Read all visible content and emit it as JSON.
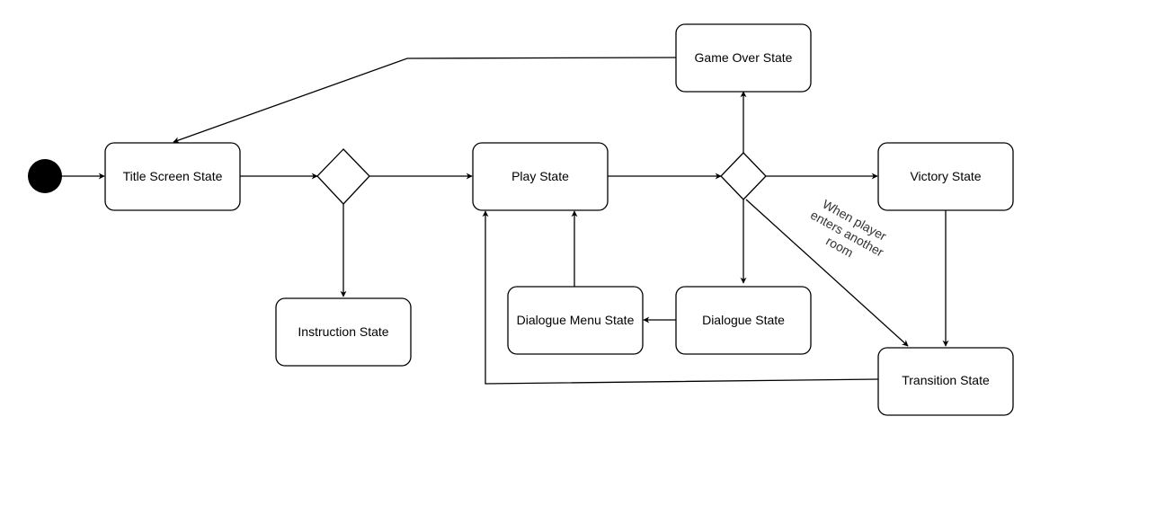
{
  "states": {
    "title_screen": "Title Screen State",
    "instruction": "Instruction State",
    "play": "Play State",
    "game_over": "Game Over State",
    "victory": "Victory State",
    "dialogue": "Dialogue State",
    "dialogue_menu": "Dialogue Menu State",
    "transition": "Transition State"
  },
  "annotations": {
    "room_change": [
      "When player",
      "enters another",
      "room"
    ]
  },
  "colors": {
    "stroke": "#000000",
    "fill": "#ffffff",
    "annotation_text": "#333333"
  }
}
